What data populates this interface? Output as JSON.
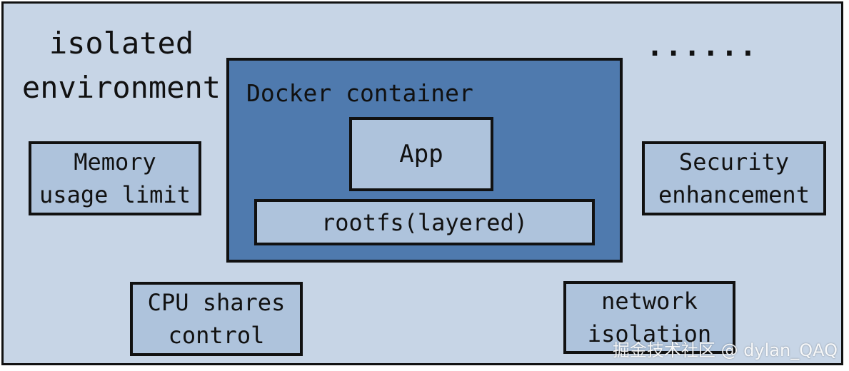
{
  "diagram": {
    "outer_label": "isolated\nenvironment",
    "ellipsis": "......",
    "container": {
      "label": "Docker container",
      "app": "App",
      "rootfs": "rootfs(layered)"
    },
    "features": {
      "memory": "Memory\nusage limit",
      "security": "Security\nenhancement",
      "cpu": "CPU shares\ncontrol",
      "network": "network\nisolation"
    }
  },
  "watermark": "掘金技术社区 @ dylan_QAQ",
  "colors": {
    "outer_bg": "#c7d5e6",
    "docker_bg": "#4f7aae",
    "box_bg": "#aec3dc",
    "border": "#111111"
  }
}
